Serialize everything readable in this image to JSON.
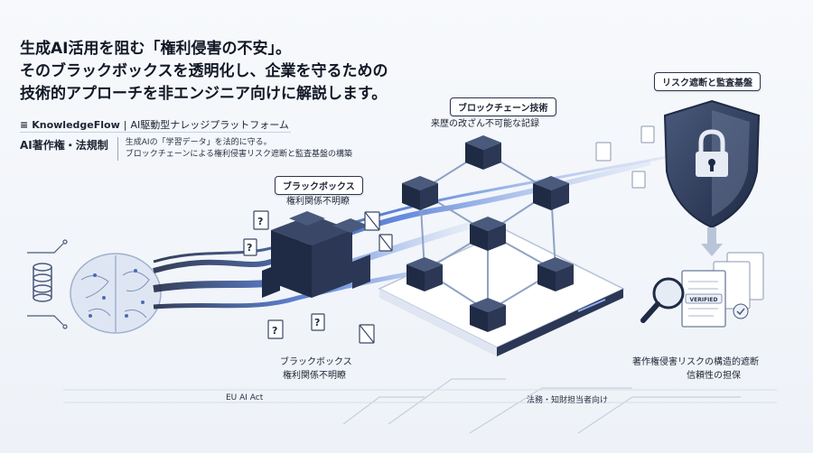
{
  "headline": {
    "line1": "生成AI活用を阻む「権利侵害の不安」。",
    "line2": "そのブラックボックスを透明化し、企業を守るための",
    "line3": "技術的アプローチを非エンジニア向けに解説します。"
  },
  "brand": {
    "name": "KnowledgeFlow",
    "tagline": "AI駆動型ナレッジプラットフォーム"
  },
  "law": {
    "tag": "AI著作権・法規制",
    "desc1": "生成AIの「学習データ」を法的に守る。",
    "desc2": "ブロックチェーンによる権利侵害リスク遮断と監査基盤の構築"
  },
  "labels": {
    "blockchain_title": "ブロックチェーン技術",
    "blockchain_sub": "来歴の改ざん不可能な記録",
    "risk_title": "リスク遮断と監査基盤",
    "blackbox_title": "ブラックボックス",
    "blackbox_sub": "権利関係不明瞭",
    "blackbox_bottom1": "ブラックボックス",
    "blackbox_bottom2": "権利関係不明瞭",
    "result1": "著作権侵害リスクの構造的遮断",
    "result2": "信頼性の担保",
    "verified": "VERIFIED"
  },
  "bottom": {
    "left": "EU AI Act",
    "right": "法務・知財担当者向け"
  },
  "colors": {
    "navy": "#1f2a44",
    "blue": "#3f6fd8",
    "light": "#c8d6f0"
  }
}
